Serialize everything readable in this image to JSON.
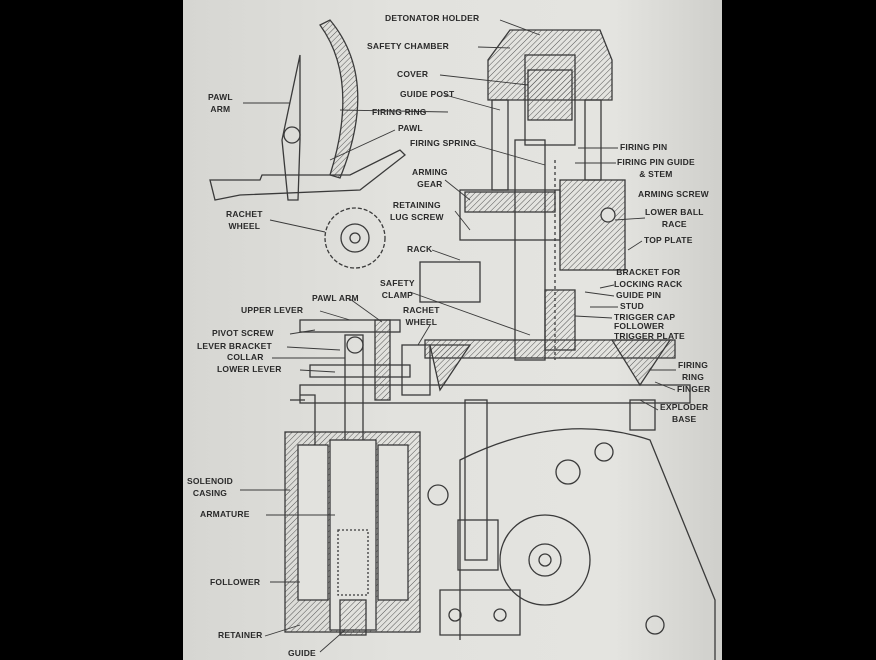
{
  "labels": {
    "detonator_holder": "DETONATOR HOLDER",
    "safety_chamber": "SAFETY CHAMBER",
    "cover": "COVER",
    "guide_post": "GUIDE POST",
    "firing_ring_top": "FIRING RING",
    "pawl": "PAWL",
    "pawl_arm_top": [
      "PAWL",
      "ARM"
    ],
    "firing_spring": "FIRING SPRING",
    "firing_pin": "FIRING PIN",
    "firing_pin_guide": [
      "FIRING PIN GUIDE",
      "& STEM"
    ],
    "arming_gear": [
      "ARMING",
      "GEAR"
    ],
    "arming_screw": "ARMING SCREW",
    "retaining_lug_screw": [
      "RETAINING",
      "LUG SCREW"
    ],
    "lower_ball_race": [
      "LOWER BALL",
      "RACE"
    ],
    "rachet_wheel_top": [
      "RACHET",
      "WHEEL"
    ],
    "top_plate": "TOP PLATE",
    "rack": "RACK",
    "safety_clamp": [
      "SAFETY",
      "CLAMP"
    ],
    "bracket_locking_rack": [
      "BRACKET FOR",
      "LOCKING RACK"
    ],
    "guide_pin": "GUIDE PIN",
    "stud": "STUD",
    "pawl_arm_mid": "PAWL ARM",
    "upper_lever": "UPPER LEVER",
    "rachet_wheel_mid": [
      "RACHET",
      "WHEEL"
    ],
    "trigger_cap": "TRIGGER CAP",
    "follower_right": "FOLLOWER",
    "trigger_plate": "TRIGGER PLATE",
    "pivot_screw": "PIVOT SCREW",
    "lever_bracket": "LEVER BRACKET",
    "collar": "COLLAR",
    "lower_lever": "LOWER LEVER",
    "firing_ring_right": [
      "FIRING",
      "RING"
    ],
    "finger": "FINGER",
    "exploder_base": [
      "EXPLODER",
      "BASE"
    ],
    "solenoid_casing": [
      "SOLENOID",
      "CASING"
    ],
    "armature": "ARMATURE",
    "follower_left": "FOLLOWER",
    "retainer": "RETAINER",
    "guide": "GUIDE"
  }
}
